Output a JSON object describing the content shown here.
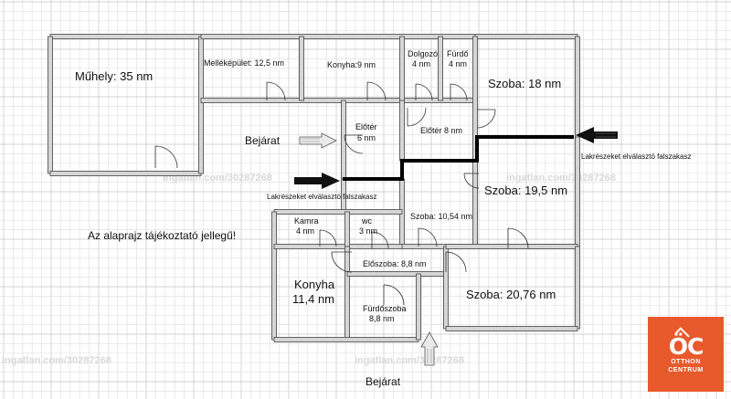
{
  "rooms": {
    "muhely": "Műhely: 35 nm",
    "mellekepulet": "Melléképület: 12,5 nm",
    "konyha_top": "Konyha:9 nm",
    "dolgozo_1": "Dolgozó",
    "dolgozo_2": "4 nm",
    "furdo_1": "Fürdő",
    "furdo_2": "4 nm",
    "szoba18": "Szoba: 18 nm",
    "eloter6_1": "Előtér",
    "eloter6_2": "6 nm",
    "eloter8": "Előtér 8 nm",
    "szoba195": "Szoba: 19,5 nm",
    "szoba1054": "Szoba: 10,54 nm",
    "kamra_1": "Kamra",
    "kamra_2": "4 nm",
    "wc_1": "wc",
    "wc_2": "3 nm",
    "eloszoba": "Előszoba: 8,8 nm",
    "konyha_bottom_1": "Konyha",
    "konyha_bottom_2": "11,4 nm",
    "furdoszoba_1": "Fürdőszoba",
    "furdoszoba_2": "8,8 nm",
    "szoba2076": "Szoba: 20,76 nm"
  },
  "notes": {
    "bejarat_left": "Bejárat",
    "bejarat_bottom": "Bejárat",
    "lakreszek_left": "Lakrészeket elválasztó falszakasz",
    "lakreszek_right": "Lakrészeket elválasztó falszakasz",
    "disclaimer": "Az alaprajz tájékoztató jellegű!"
  },
  "watermark": "ingatlan.com/30287268",
  "logo": {
    "mark": "ÖC",
    "line1": "OTTHON",
    "line2": "CENTRUM",
    "color": "#e8592b"
  },
  "colors": {
    "wall": "#555555",
    "wall_fill": "#d6d6d6",
    "grid_minor": "#e2e2e2",
    "grid_major": "#c4c4c4",
    "divider": "#000000"
  }
}
